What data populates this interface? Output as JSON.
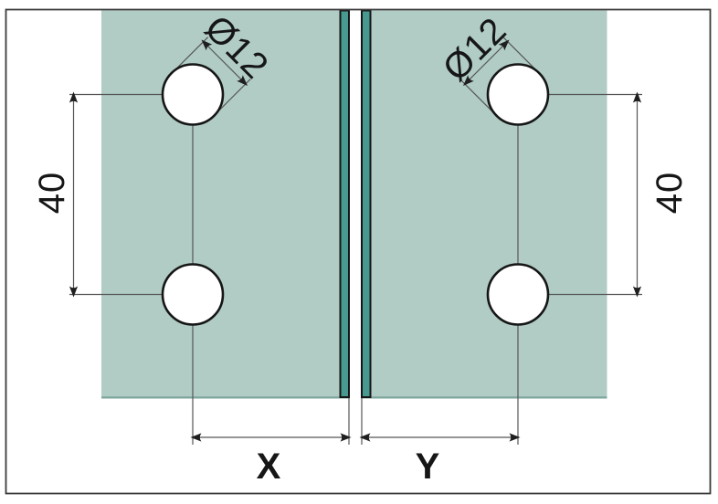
{
  "drawing": {
    "labels": {
      "hole_diameter": "Ø12",
      "hole_spacing": "40",
      "dim_x": "X",
      "dim_y": "Y"
    },
    "values": {
      "hole_diameter": 12,
      "hole_vertical_spacing": 40
    },
    "colors": {
      "plate_face": "#b0ccc5",
      "plate_edge": "#48998f",
      "plate_bottom_edge": "#7ea69d",
      "outline": "#161616",
      "dimension_line": "#565656",
      "background": "#ffffff"
    }
  }
}
